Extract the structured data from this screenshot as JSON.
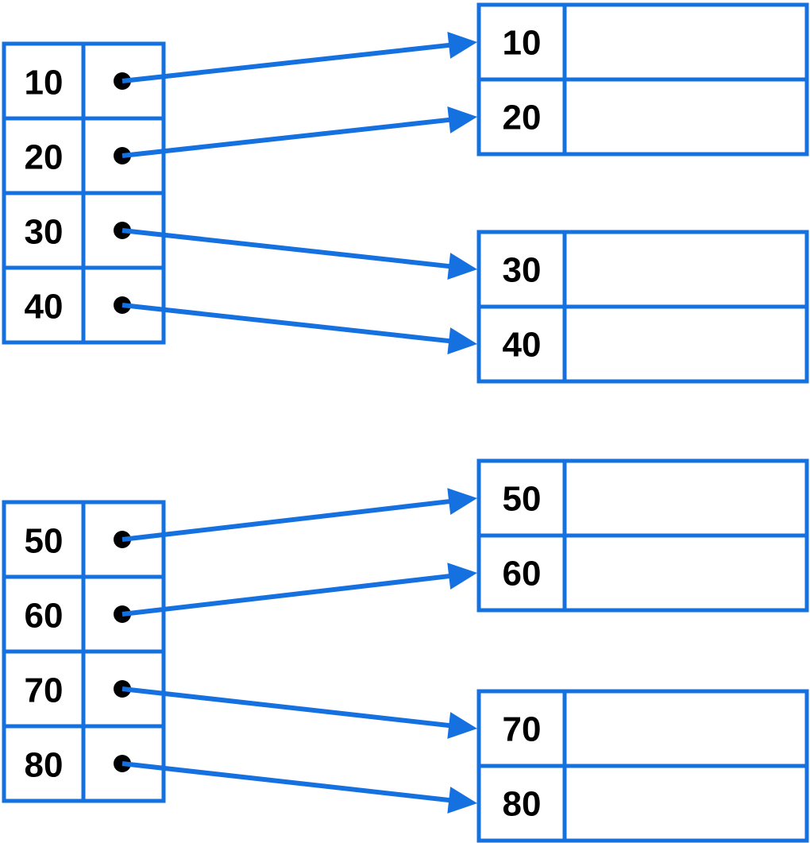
{
  "colors": {
    "accent": "#1570e0",
    "text": "#000000",
    "dot": "#000000",
    "background": "#ffffff"
  },
  "index_tables": [
    {
      "entries": [
        {
          "key": "10"
        },
        {
          "key": "20"
        },
        {
          "key": "30"
        },
        {
          "key": "40"
        }
      ]
    },
    {
      "entries": [
        {
          "key": "50"
        },
        {
          "key": "60"
        },
        {
          "key": "70"
        },
        {
          "key": "80"
        }
      ]
    }
  ],
  "data_blocks": [
    {
      "records": [
        {
          "key": "10"
        },
        {
          "key": "20"
        }
      ]
    },
    {
      "records": [
        {
          "key": "30"
        },
        {
          "key": "40"
        }
      ]
    },
    {
      "records": [
        {
          "key": "50"
        },
        {
          "key": "60"
        }
      ]
    },
    {
      "records": [
        {
          "key": "70"
        },
        {
          "key": "80"
        }
      ]
    }
  ],
  "pointers": [
    {
      "from": "10",
      "to": "10"
    },
    {
      "from": "20",
      "to": "20"
    },
    {
      "from": "30",
      "to": "30"
    },
    {
      "from": "40",
      "to": "40"
    },
    {
      "from": "50",
      "to": "50"
    },
    {
      "from": "60",
      "to": "60"
    },
    {
      "from": "70",
      "to": "70"
    },
    {
      "from": "80",
      "to": "80"
    }
  ]
}
